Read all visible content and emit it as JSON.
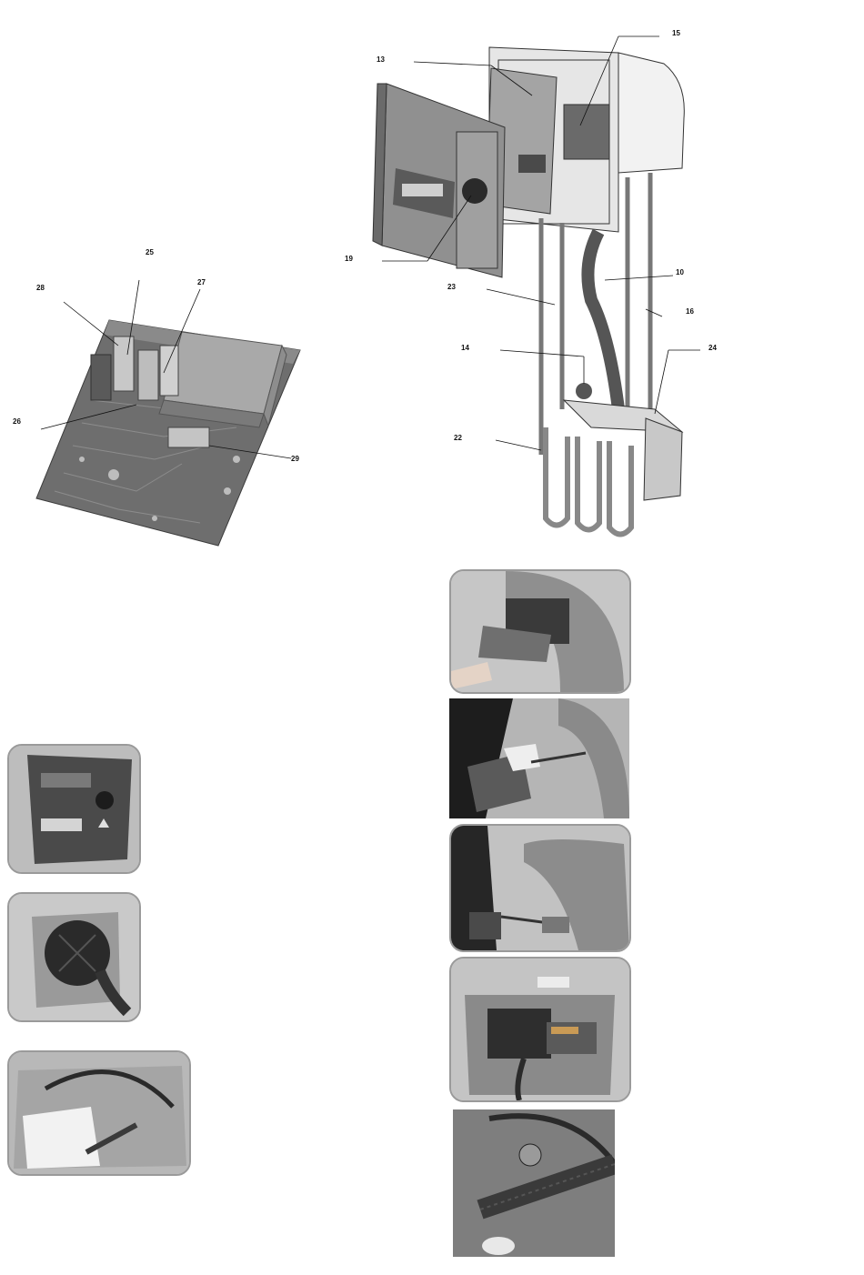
{
  "pcb_figure": {
    "callouts": {
      "c25": "25",
      "c28": "28",
      "c27": "27",
      "c26": "26",
      "c29": "29"
    }
  },
  "assembly_figure": {
    "callouts": {
      "c15": "15",
      "c13": "13",
      "c19": "19",
      "c10": "10",
      "c23": "23",
      "c16": "16",
      "c14": "14",
      "c24": "24",
      "c22": "22"
    }
  },
  "photos": [
    {
      "icon": "control-panel-photo"
    },
    {
      "icon": "vent-grille-photo"
    },
    {
      "icon": "probe-cable-photo"
    },
    {
      "icon": "remove-panel-photo"
    },
    {
      "icon": "lift-panel-photo"
    },
    {
      "icon": "extract-unit-photo"
    },
    {
      "icon": "tank-interior-photo"
    },
    {
      "icon": "hose-closeup-photo"
    }
  ]
}
